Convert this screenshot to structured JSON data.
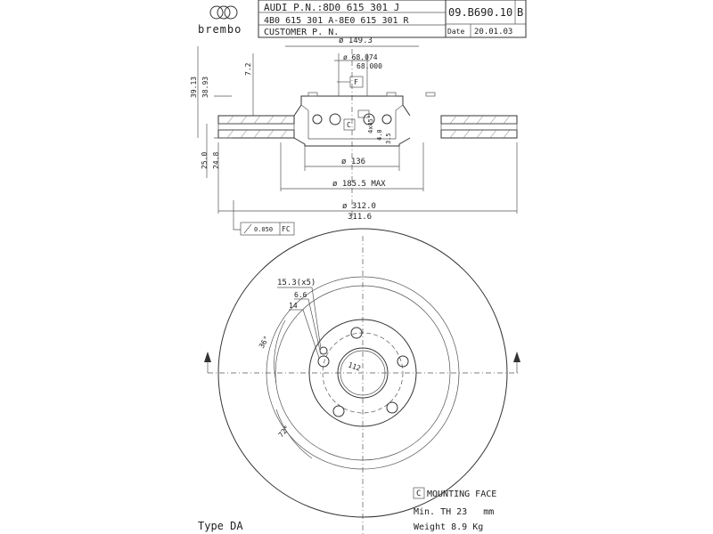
{
  "title_block": {
    "brand": "brembo",
    "line1": "AUDI P.N.:8D0 615 301 J",
    "line2": "4B0 615 301 A-8E0 615 301 R",
    "line3": "CUSTOMER P. N.",
    "part_number": "09.B690.10",
    "revision": "B",
    "date_label": "Date",
    "date_value": "20.01.03"
  },
  "section_dims": {
    "d_hub_outer": "ø 149.3",
    "d_pilot_max": "ø 68.074",
    "d_pilot_min": "68.000",
    "flag_f": "F",
    "dim_height1": "39.13",
    "dim_height2": "38.93",
    "dim_hat": "7.2",
    "label_c": "C",
    "hole_angle": "4x45°",
    "dim_4_0": "4.0",
    "dim_3_5": "3.5",
    "thickness1": "25.0",
    "thickness2": "24.8",
    "d_136": "ø 136",
    "d_185": "ø 185.5 MAX",
    "d_312": "ø 312.0",
    "d_311": "311.6"
  },
  "runout": {
    "tolerance": "0.050",
    "datum": "FC"
  },
  "front_view": {
    "holes_label": "15.3(x5)",
    "dim_6_6": "6.6",
    "dim_14": "14",
    "angle_36": "36°",
    "angle_72": "72°",
    "pcd": "112"
  },
  "notes": {
    "mounting_letter": "C",
    "mounting_face": "MOUNTING FACE",
    "min_th": "Min. TH 23   mm",
    "weight": "Weight 8.9 Kg"
  },
  "type_label": "Type DA"
}
